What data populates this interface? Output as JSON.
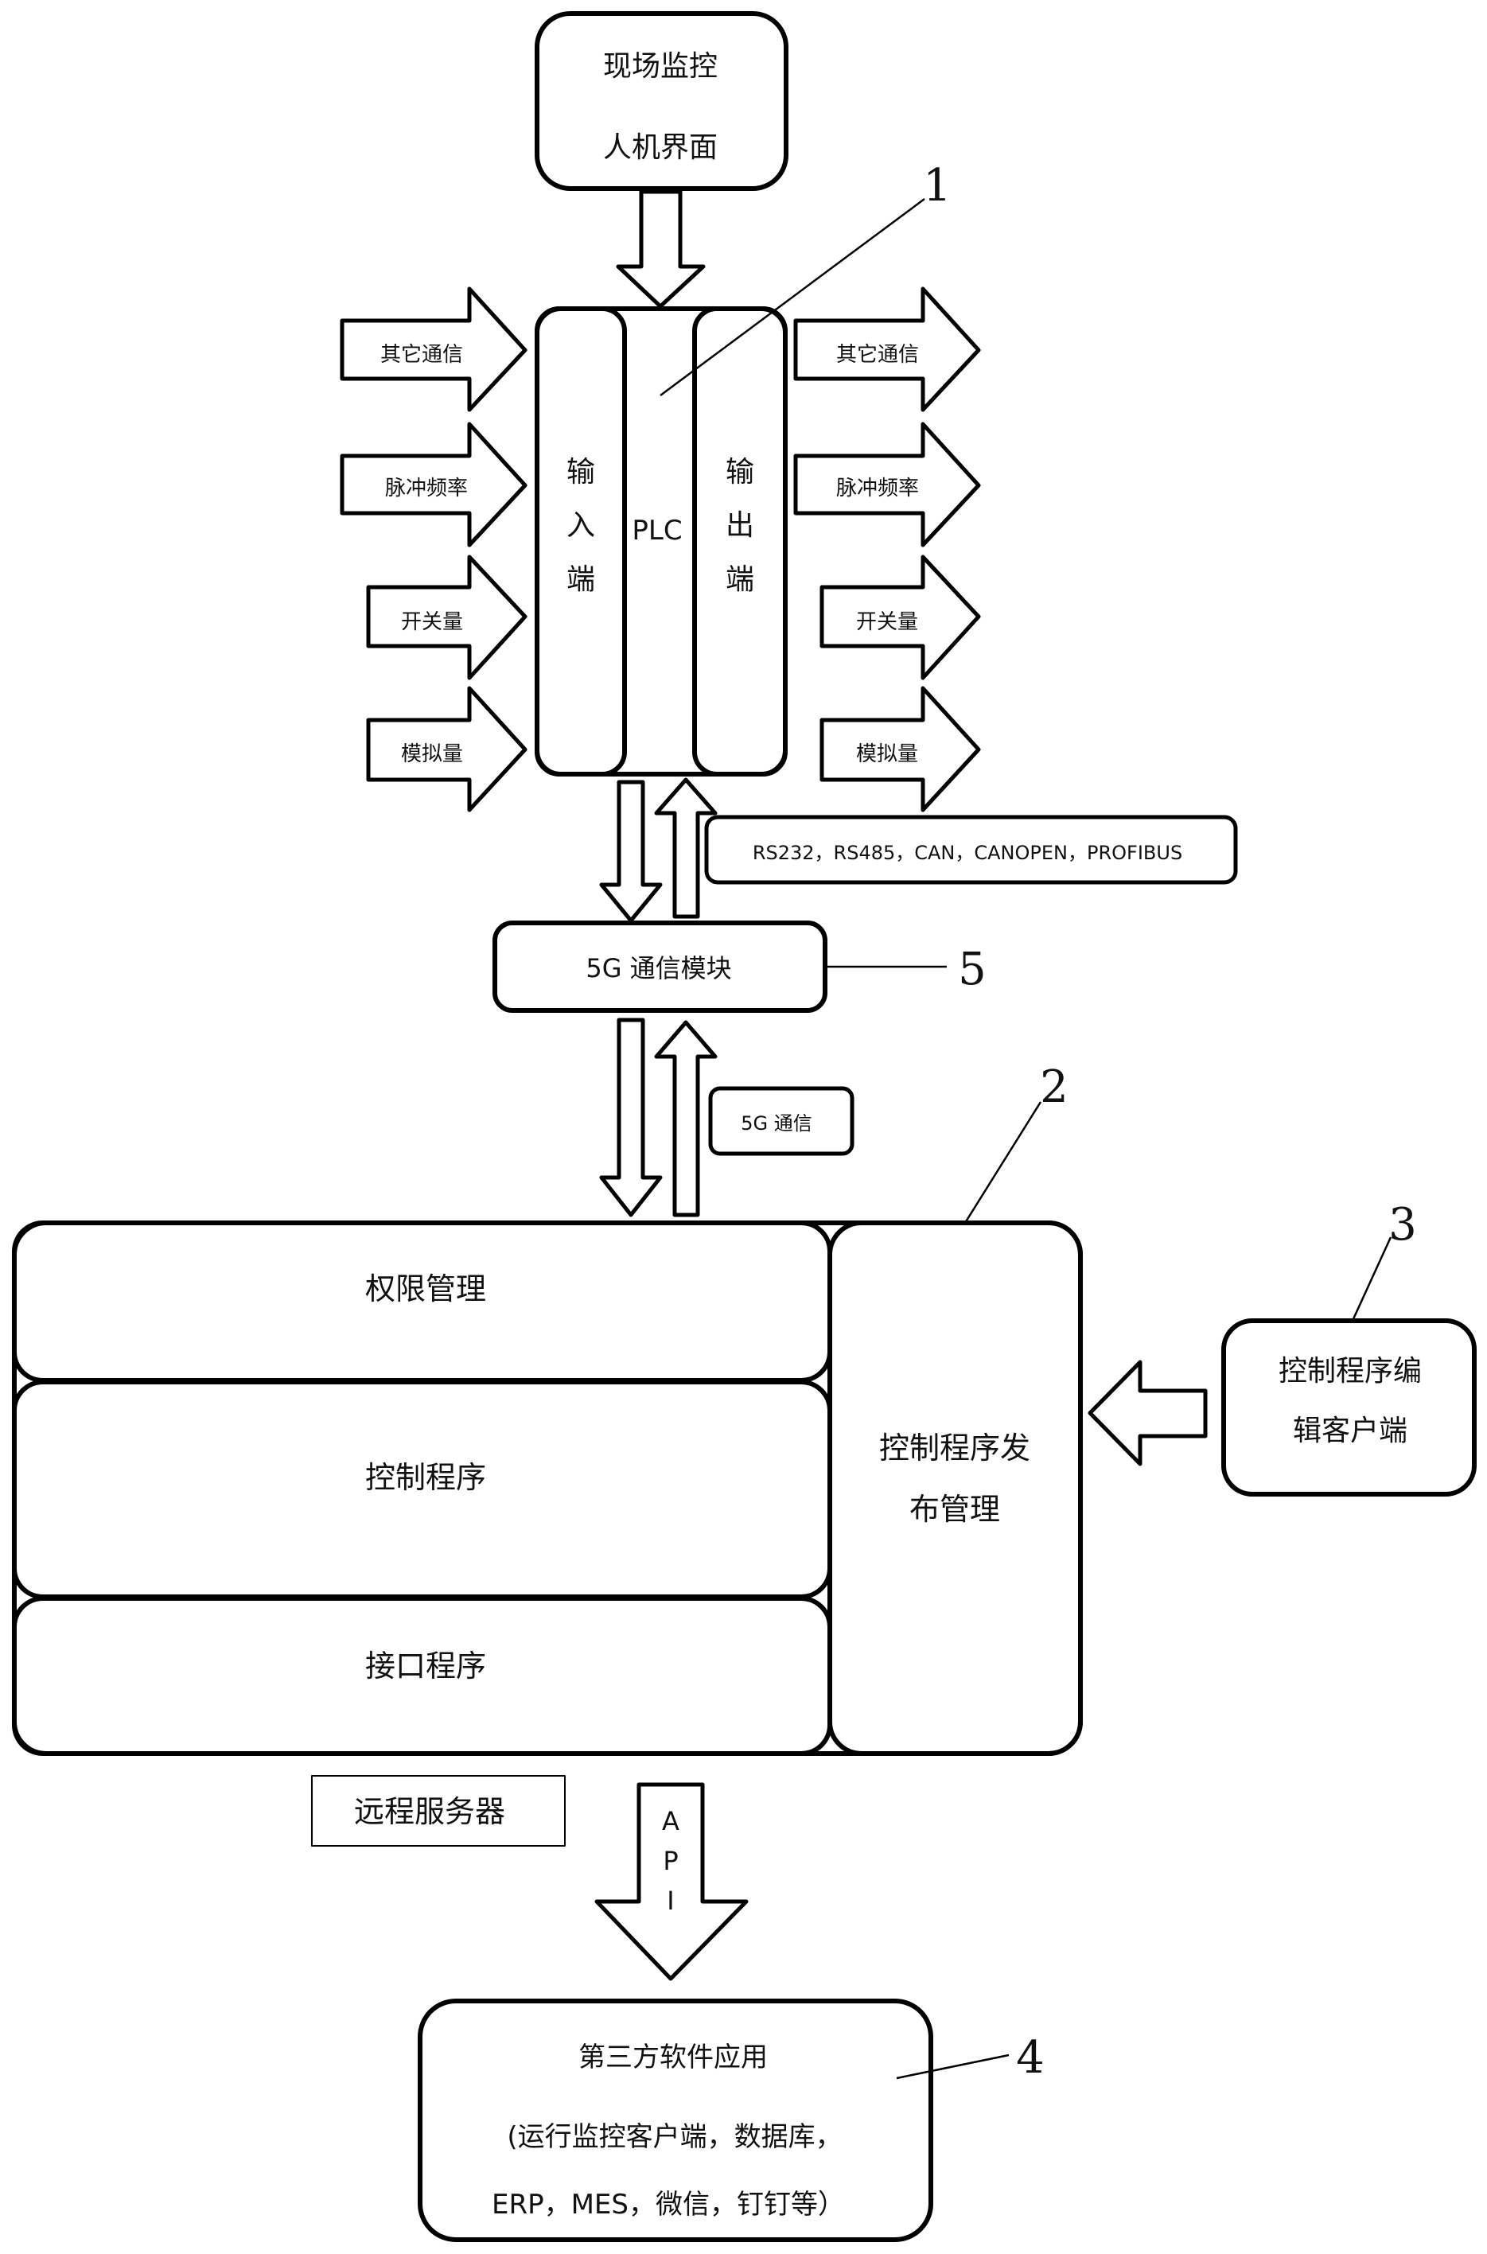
{
  "hmi": {
    "line1": "现场监控",
    "line2": "人机界面"
  },
  "plc": {
    "center": "PLC",
    "input_chars": [
      "输",
      "入",
      "端"
    ],
    "output_chars": [
      "输",
      "出",
      "端"
    ]
  },
  "inputs": [
    "其它通信",
    "脉冲频率",
    "开关量",
    "模拟量"
  ],
  "outputs": [
    "其它通信",
    "脉冲频率",
    "开关量",
    "模拟量"
  ],
  "bus_label": "RS232，RS485，CAN，CANOPEN，PROFIBUS",
  "module_5g": "5G 通信模块",
  "comm_5g": "5G 通信",
  "server": {
    "rows": [
      "权限管理",
      "控制程序",
      "接口程序"
    ],
    "publish_line1": "控制程序发",
    "publish_line2": "布管理",
    "caption": "远程服务器"
  },
  "editor": {
    "line1": "控制程序编",
    "line2": "辑客户端"
  },
  "api_chars": [
    "A",
    "P",
    "I"
  ],
  "third_party": {
    "line1": "第三方软件应用",
    "line2": "(运行监控客户端，数据库，",
    "line3": "ERP，MES，微信，钉钉等）"
  },
  "markers": {
    "m1": "1",
    "m2": "2",
    "m3": "3",
    "m4": "4",
    "m5": "5"
  },
  "colors": {
    "stroke": "#000000",
    "background": "#ffffff",
    "return_mark": "#999999"
  }
}
